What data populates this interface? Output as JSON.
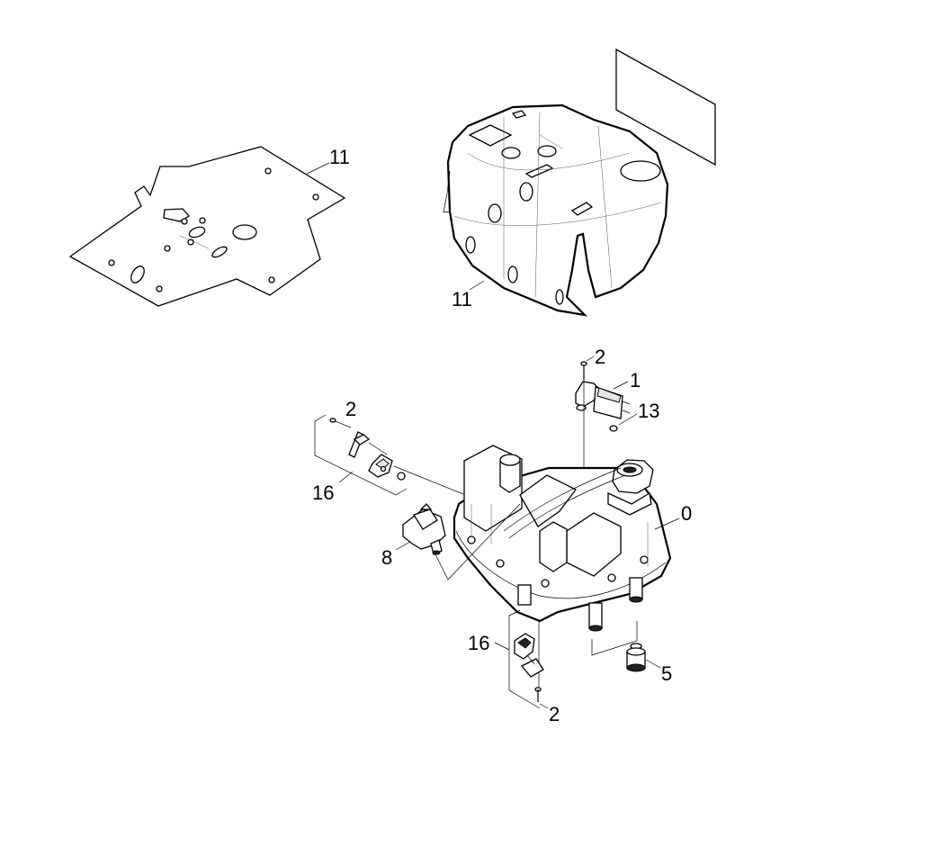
{
  "callouts": {
    "gasket_label": "11",
    "cover_label": "11",
    "screw_top_label": "2",
    "valve_label": "1",
    "oring_label": "13",
    "screw_left_label": "2",
    "bracket_left_label": "16",
    "tank_label": "0",
    "knob_label": "8",
    "bracket_bottom_label": "16",
    "foot_label": "5",
    "screw_bottom_label": "2"
  }
}
